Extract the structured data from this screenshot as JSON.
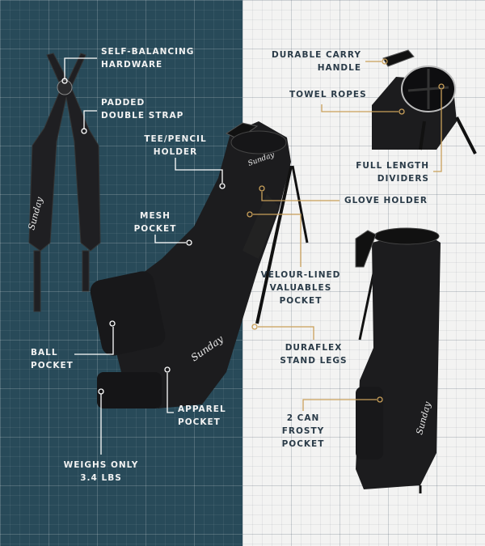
{
  "colors": {
    "left_bg": "#284a59",
    "right_bg": "#f3f3f2",
    "callout_gold": "#c9a05a",
    "callout_white": "#ffffff",
    "bag": "#1c1c1e"
  },
  "brand_logo": "Sunday",
  "callouts": {
    "self_balancing": [
      "SELF-BALANCING",
      "HARDWARE"
    ],
    "padded_strap": [
      "PADDED",
      "DOUBLE STRAP"
    ],
    "tee_pencil": [
      "TEE/PENCIL",
      "HOLDER"
    ],
    "mesh_pocket": [
      "MESH",
      "POCKET"
    ],
    "ball_pocket": [
      "BALL",
      "POCKET"
    ],
    "apparel_pocket": [
      "APPAREL",
      "POCKET"
    ],
    "weight": [
      "WEIGHS ONLY",
      "3.4 LBS"
    ],
    "carry_handle": [
      "DURABLE CARRY",
      "HANDLE"
    ],
    "towel_ropes": [
      "TOWEL ROPES"
    ],
    "dividers": [
      "FULL LENGTH",
      "DIVIDERS"
    ],
    "glove_holder": [
      "GLOVE HOLDER"
    ],
    "velour_pocket": [
      "VELOUR-LINED",
      "VALUABLES",
      "POCKET"
    ],
    "stand_legs": [
      "DURAFLEX",
      "STAND LEGS"
    ],
    "frosty_pocket": [
      "2 CAN",
      "FROSTY",
      "POCKET"
    ]
  }
}
